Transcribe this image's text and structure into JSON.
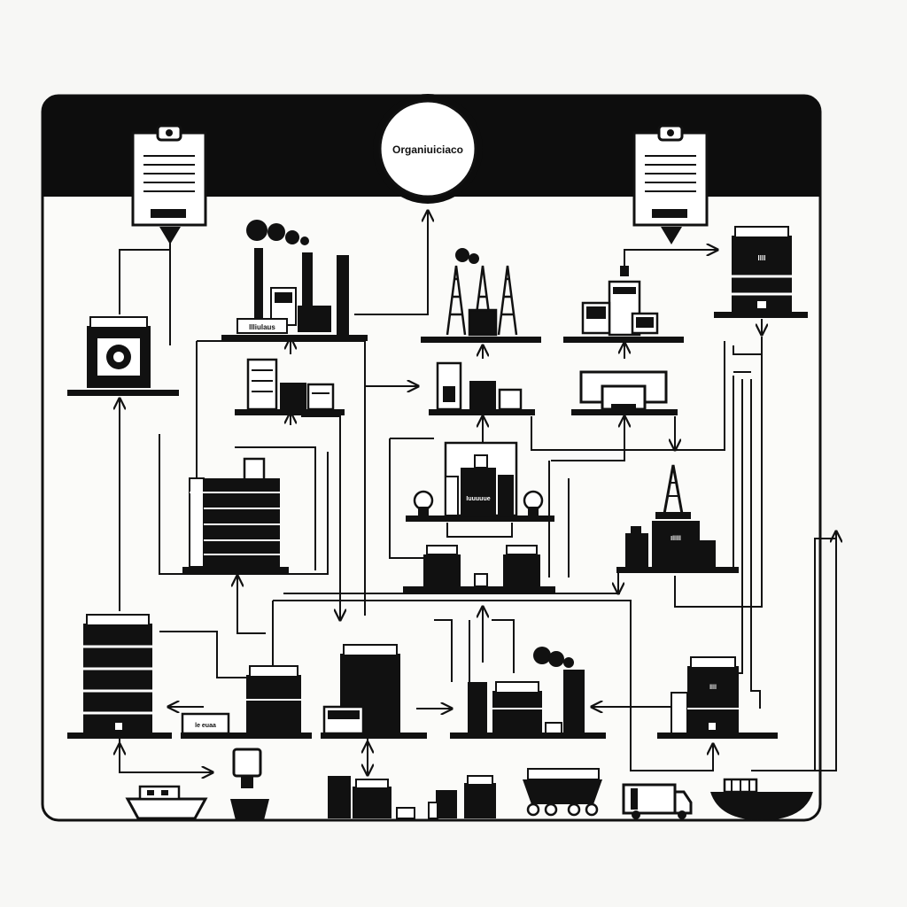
{
  "title": "Organiuiciaco",
  "labels": {
    "refinery_sign": "Illiulaus",
    "control_panel": "Iuuuuue",
    "tank_right": "llll",
    "tank_oil_rig": "Illlll",
    "tank_lower_right": "llll",
    "pump_unit": "le euaa"
  },
  "colors": {
    "ink": "#111111",
    "paper": "#f7f7f5",
    "header": "#0d0d0d"
  }
}
